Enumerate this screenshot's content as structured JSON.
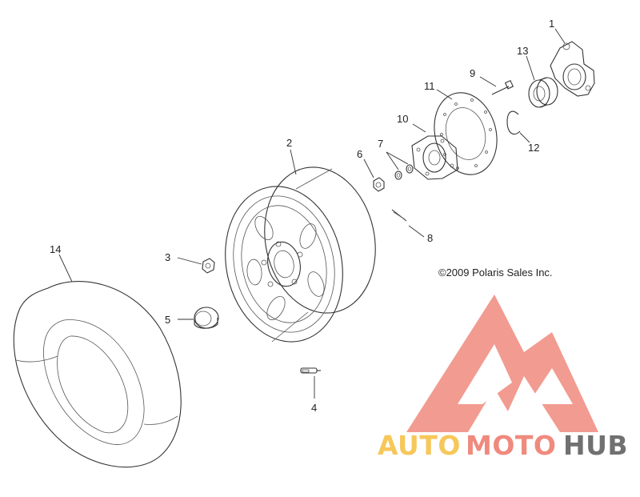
{
  "callouts": {
    "c1": "1",
    "c2": "2",
    "c3": "3",
    "c4": "4",
    "c5": "5",
    "c6": "6",
    "c7": "7",
    "c8": "8",
    "c9": "9",
    "c10": "10",
    "c11": "11",
    "c12": "12",
    "c13": "13",
    "c14": "14"
  },
  "copyright": "©2009 Polaris Sales Inc.",
  "watermark": {
    "word1": "AUTO",
    "word2": "MOTO",
    "word3": "HUB",
    "color_auto": "#f6c75a",
    "color_moto": "#f08a7e",
    "color_hub": "#707070",
    "logo_color": "#f08a7e"
  },
  "line_color": "#333333"
}
